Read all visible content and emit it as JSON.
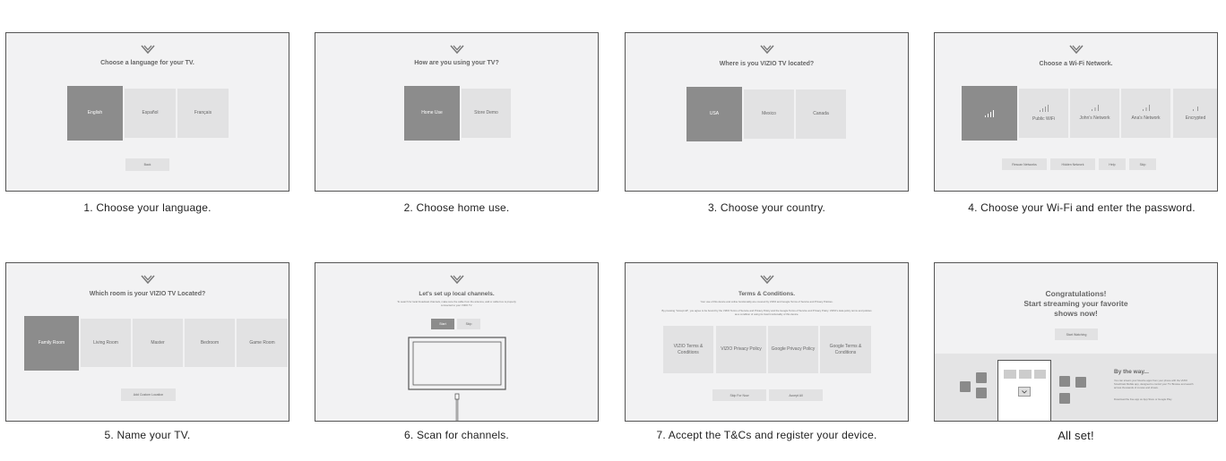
{
  "panels": {
    "p1": {
      "title": "Choose a language for your TV.",
      "tiles": [
        "English",
        "Español",
        "Français"
      ],
      "back": "Back",
      "caption": "1.   Choose your language."
    },
    "p2": {
      "title": "How are you using your TV?",
      "tiles": [
        "Home Use",
        "Store Demo"
      ],
      "caption": "2.   Choose home use."
    },
    "p3": {
      "title": "Where is you VIZIO TV located?",
      "tiles": [
        "USA",
        "Mexico",
        "Canada"
      ],
      "caption": "3.   Choose your country."
    },
    "p4": {
      "title": "Choose a Wi-Fi Network.",
      "tiles": [
        "Public WiFi",
        "John's Network",
        "Ana's Network",
        "Encrypted"
      ],
      "buttons": [
        "Rescan Networks",
        "Hidden Network",
        "Help",
        "Skip"
      ],
      "caption": "4.   Choose your Wi-Fi and enter the password."
    },
    "p5": {
      "title": "Which room is your VIZIO TV Located?",
      "tiles": [
        "Family Room",
        "Living Room",
        "Master",
        "Bedroom",
        "Game Room"
      ],
      "custom": "Add Custom Location",
      "caption": "5.   Name your TV."
    },
    "p6": {
      "title": "Let's set up local channels.",
      "subtitle": "To search for local broadcast channels, make sure the cable from the antenna, wall or cable box is properly connected to your VIZIO TV.",
      "start": "Start",
      "skip": "Skip",
      "caption": "6.   Scan for channels."
    },
    "p7": {
      "title": "Terms & Conditions.",
      "text1": "Your use of this device and online functionality are covered by VIZIO and Google Terms of Service and Privacy Policies.",
      "text2": "By pressing \"Accept All\", you agree to be bound by the VIZIO Terms of Service and Privacy Policy and the Google Terms of Service and Privacy Policy. VIZIO's data policy terms and policies as a condition of using its Cast functionality of this device.",
      "tiles": [
        "VIZIO Terms & Conditions",
        "VIZIO Privacy Policy",
        "Google Privacy Policy",
        "Google Terms & Conditions"
      ],
      "skip": "Skip For Now",
      "accept": "Accept All",
      "caption": "7.   Accept the T&Cs and register your device."
    },
    "p8": {
      "title_lines": [
        "Congratulations!",
        "Start streaming your favorite",
        "shows now!"
      ],
      "start": "Start Watching",
      "bytheway": "By the way...",
      "bytheway_text": "You can stream your favorite apps from your phone with the VIZIO SmartCast Mobile app, designed to control your TV. Browse and search across thousands of movies and shows.",
      "download": "Download the free app on App Store or Google Play.",
      "caption": "All set!"
    }
  },
  "colors": {
    "selected": "#8c8c8c",
    "tile": "#e2e2e3",
    "panel": "#f2f2f3"
  }
}
